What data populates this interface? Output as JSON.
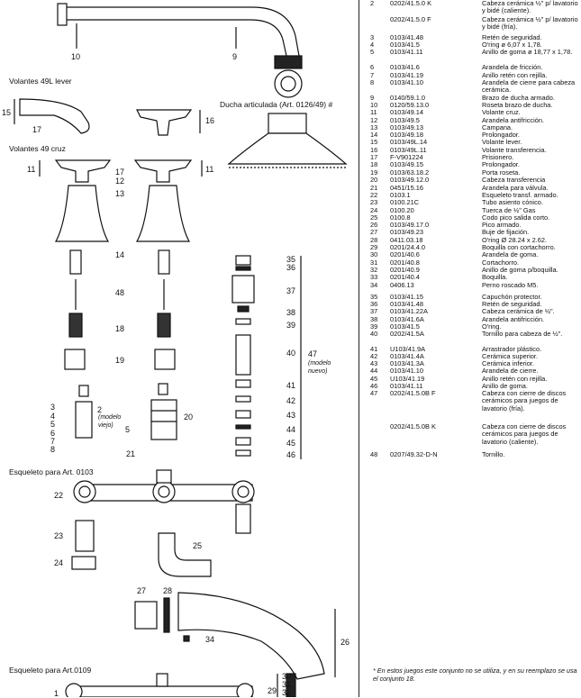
{
  "diagram": {
    "section_titles": {
      "volantes_lever": "Volantes 49L lever",
      "ducha": "Ducha articulada (Art. 0126/49) #",
      "volantes_cruz": "Volantes 49 cruz",
      "esqueleto_0103": "Esqueleto para Art. 0103",
      "esqueleto_0109": "Esqueleto para Art.0109"
    },
    "notes": {
      "modelo_viejo": "(modelo viejo)",
      "modelo_nuevo": "(modelo nuevo)"
    },
    "callouts": [
      "10",
      "9",
      "15",
      "17",
      "16",
      "11",
      "12",
      "13",
      "14",
      "48",
      "18",
      "19",
      "2",
      "3",
      "4",
      "5",
      "6",
      "7",
      "8",
      "20",
      "21",
      "35",
      "36",
      "37",
      "38",
      "39",
      "40",
      "47",
      "41",
      "42",
      "43",
      "44",
      "45",
      "46",
      "22",
      "23",
      "24",
      "25",
      "27",
      "28",
      "34",
      "26",
      "1",
      "29",
      "30",
      "31",
      "32"
    ]
  },
  "parts": [
    {
      "num": "2",
      "code": "0202/41.5.0 K",
      "desc": "Cabeza cerámica ½\" p/ lavatorio y bidé (caliente)."
    },
    {
      "num": "",
      "code": "0202/41.5.0 F",
      "desc": "Cabeza cerámica ½\" p/ lavatorio y bidé (fría)."
    },
    {
      "num": "3",
      "code": "0103/41.48",
      "desc": "Retén de seguridad."
    },
    {
      "num": "4",
      "code": "0103/41.5",
      "desc": "O'ring ø 6,07 x 1,78."
    },
    {
      "num": "5",
      "code": "0103/41.11",
      "desc": "Anillo de goma ø 18,77 x 1,78."
    },
    {
      "num": "6",
      "code": "0103/41.6",
      "desc": "Arandela de fricción."
    },
    {
      "num": "7",
      "code": "0103/41.19",
      "desc": "Anillo retén con rejilla."
    },
    {
      "num": "8",
      "code": "0103/41.10",
      "desc": "Arandela de cierre para cabeza cerámica."
    },
    {
      "num": "9",
      "code": "0140/59.1.0",
      "desc": "Brazo de ducha armado."
    },
    {
      "num": "10",
      "code": "0120/59.13.0",
      "desc": "Roseta brazo de ducha."
    },
    {
      "num": "11",
      "code": "0103/49.14",
      "desc": "Volante cruz."
    },
    {
      "num": "12",
      "code": "0103/49.5",
      "desc": "Arandela antifricción."
    },
    {
      "num": "13",
      "code": "0103/49.13",
      "desc": "Campana."
    },
    {
      "num": "14",
      "code": "0103/49.18",
      "desc": "Prolongador."
    },
    {
      "num": "15",
      "code": "0103/49L.14",
      "desc": "Volante lever."
    },
    {
      "num": "16",
      "code": "0103/49L.11",
      "desc": "Volante transferencia."
    },
    {
      "num": "17",
      "code": "F-V901224",
      "desc": "Prisionero."
    },
    {
      "num": "18",
      "code": "0103/49.15",
      "desc": "Prolongador."
    },
    {
      "num": "19",
      "code": "0103/63.18.2",
      "desc": "Porta roseta."
    },
    {
      "num": "20",
      "code": "0103/49.12.0",
      "desc": "Cabeza transferencia"
    },
    {
      "num": "21",
      "code": "0451/15.16",
      "desc": "Arandela para válvula."
    },
    {
      "num": "22",
      "code": "0103.1",
      "desc": "Esqueleto transf. armado."
    },
    {
      "num": "23",
      "code": "0100.21C",
      "desc": "Tubo asiento cónico."
    },
    {
      "num": "24",
      "code": "0100.20",
      "desc": "Tuerca de ½\" Gas"
    },
    {
      "num": "25",
      "code": "0100.8",
      "desc": "Codo pico salida corto."
    },
    {
      "num": "26",
      "code": "0103/49.17.0",
      "desc": "Pico armado."
    },
    {
      "num": "27",
      "code": "0103/49.23",
      "desc": "Buje de fijación."
    },
    {
      "num": "28",
      "code": "0411.03.18",
      "desc": "O'ring Ø 28.24 x 2.62."
    },
    {
      "num": "29",
      "code": "0201/24.4.0",
      "desc": "Boquilla con cortachorro."
    },
    {
      "num": "30",
      "code": "0201/40.6",
      "desc": "Arandela de goma."
    },
    {
      "num": "31",
      "code": "0201/40.8",
      "desc": "Cortachorro."
    },
    {
      "num": "32",
      "code": "0201/40.9",
      "desc": "Anillo de goma p/boquilla."
    },
    {
      "num": "33",
      "code": "0201/40.4",
      "desc": "Boquilla."
    },
    {
      "num": "34",
      "code": "0406.13",
      "desc": "Perno roscado M5."
    },
    {
      "num": "35",
      "code": "0103/41.15",
      "desc": "Capuchón protector."
    },
    {
      "num": "36",
      "code": "0103/41.48",
      "desc": "Retén de seguridad."
    },
    {
      "num": "37",
      "code": "0103/41.22A",
      "desc": "Cabeza cerámica de ½\"."
    },
    {
      "num": "38",
      "code": "0103/41.6A",
      "desc": "Arandela antifricción."
    },
    {
      "num": "39",
      "code": "0103/41.5",
      "desc": "O'ring."
    },
    {
      "num": "40",
      "code": "0202/41.5A",
      "desc": "Tornillo para cabeza de ½\"."
    },
    {
      "num": "41",
      "code": "U103/41.9A",
      "desc": "Arrastrador plástico."
    },
    {
      "num": "42",
      "code": "0103/41.4A",
      "desc": "Cerámica superior."
    },
    {
      "num": "43",
      "code": "0103/41.3A",
      "desc": "Cerámica inferior."
    },
    {
      "num": "44",
      "code": "0103/41.10",
      "desc": "Arandela de cierre."
    },
    {
      "num": "45",
      "code": "U103/41.19",
      "desc": "Anillo retén con rejilla."
    },
    {
      "num": "46",
      "code": "0103/41.11",
      "desc": "Anillo de goma."
    },
    {
      "num": "47",
      "code": "0202/41.5.0B F",
      "desc": "Cabeza con cierre de discos cerámicos para juegos de lavatorio (fría)."
    },
    {
      "num": "",
      "code": "0202/41.5.0B K",
      "desc": "Cabeza con cierre de discos cerámicos para juegos de lavatorio (caliente)."
    },
    {
      "num": "48",
      "code": "0207/49.32-D-N",
      "desc": "Tornillo."
    }
  ],
  "footnote": "* En estos juegos este conjunto no se utiliza, y en su reemplazo se usa el conjunto 18."
}
